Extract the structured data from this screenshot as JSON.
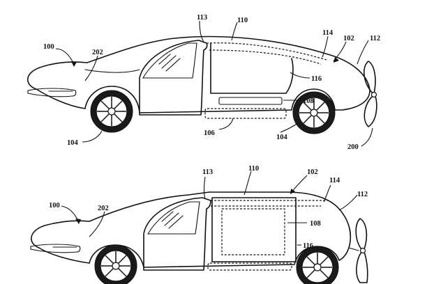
{
  "figure_top": {
    "labels": {
      "n100": "100",
      "n202": "202",
      "n113": "113",
      "n110": "110",
      "n114": "114",
      "n102": "102",
      "n112": "112",
      "n116": "116",
      "n108": "108",
      "n106": "106",
      "n104a": "104",
      "n104b": "104",
      "n200": "200"
    }
  },
  "figure_bottom": {
    "labels": {
      "n100": "100",
      "n202": "202",
      "n113": "113",
      "n110": "110",
      "n102": "102",
      "n114": "114",
      "n112": "112",
      "n108": "108",
      "n116": "116"
    }
  }
}
